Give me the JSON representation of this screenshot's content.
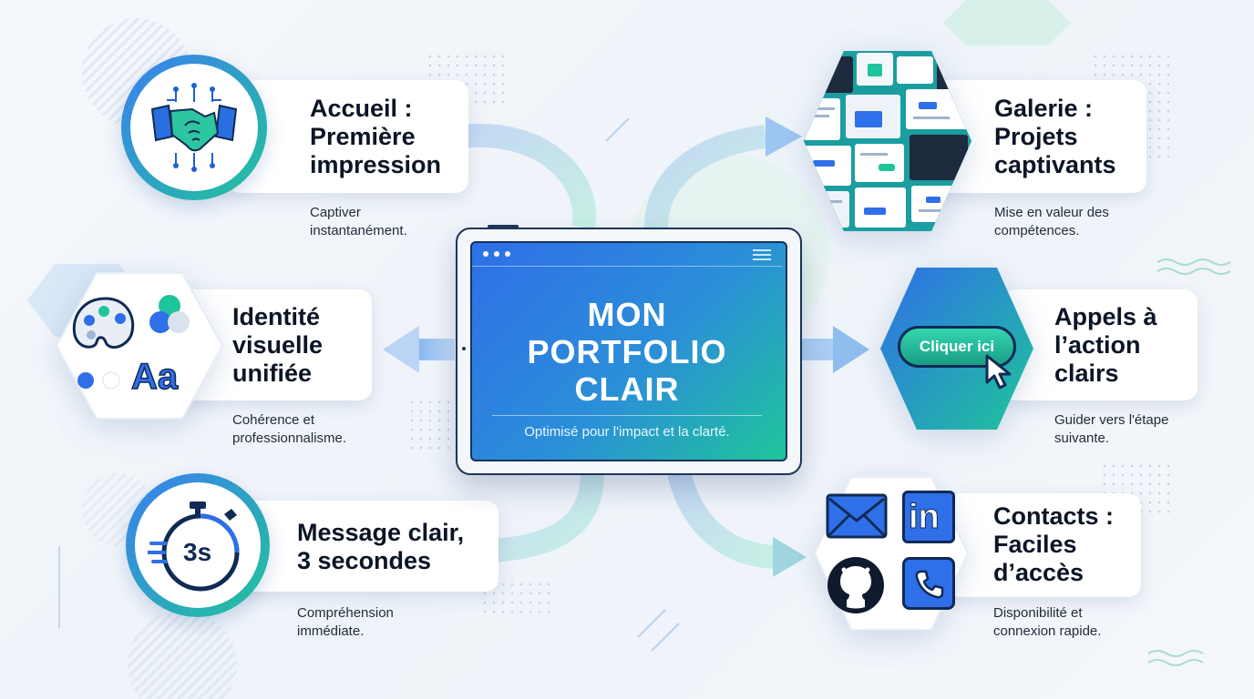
{
  "hero": {
    "title": "MON\nPORTFOLIO\nCLAIR",
    "subtitle": "Optimisé pour l'impact et la clarté."
  },
  "sections": {
    "accueil": {
      "title": "Accueil :\nPremière\nimpression",
      "description": "Captiver\ninstantanément.",
      "icon": "handshake-icon"
    },
    "identite": {
      "title": "Identité\nvisuelle\nunifiée",
      "description": "Cohérence et\nprofessionnalisme.",
      "icon": "palette-icon",
      "icon_text": "Aa"
    },
    "message": {
      "title": "Message clair,\n3 secondes",
      "description": "Compréhension\nimmédiate.",
      "icon": "stopwatch-icon",
      "icon_text": "3s"
    },
    "galerie": {
      "title": "Galerie :\nProjets\ncaptivants",
      "description": "Mise en valeur des\ncompétences.",
      "icon": "gallery-thumbnails-icon"
    },
    "appels": {
      "title": "Appels à\nl’action\nclairs",
      "description": "Guider vers l'étape\nsuivante.",
      "button_label": "Cliquer ici",
      "icon": "cursor-icon"
    },
    "contacts": {
      "title": "Contacts :\nFaciles\nd’accès",
      "description": "Disponibilité et\nconnexion rapide.",
      "icons": [
        "mail-icon",
        "linkedin-icon",
        "github-icon",
        "phone-icon"
      ],
      "linkedin_text": "in"
    }
  },
  "colors": {
    "blue": "#2f6fe8",
    "green": "#1fc59a",
    "navy": "#0f2a55",
    "background": "#f2f6fb"
  }
}
